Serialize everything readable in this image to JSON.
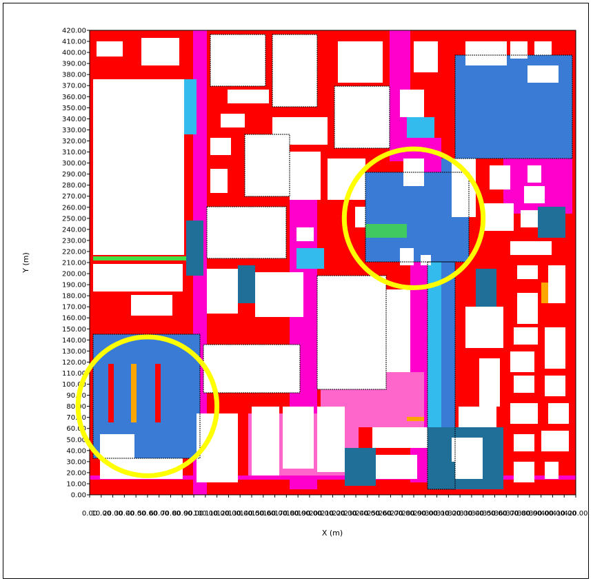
{
  "chart_data": {
    "type": "heatmap",
    "title": "",
    "xlabel": "X (m)",
    "ylabel": "Y (m)",
    "xlim": [
      0,
      420
    ],
    "ylim": [
      0,
      420
    ],
    "x_step": 10,
    "y_step": 10,
    "grid": false,
    "legend": "none",
    "colors": {
      "red": "#ff0000",
      "magenta": "#ff00cc",
      "pink": "#ff66cc",
      "blue": "#3a7bd5",
      "teal": "#1f6f99",
      "cyan": "#33bbee",
      "orange": "#ffa500",
      "green": "#44dd44",
      "highlight": "#ffff00",
      "building": "#ffffff",
      "contour": "#000000"
    },
    "highlights": [
      {
        "label": "zone-bottom-left",
        "center": [
          50,
          80
        ],
        "radius": 60
      },
      {
        "label": "zone-upper-middle",
        "center": [
          280,
          250
        ],
        "radius": 60
      }
    ]
  }
}
